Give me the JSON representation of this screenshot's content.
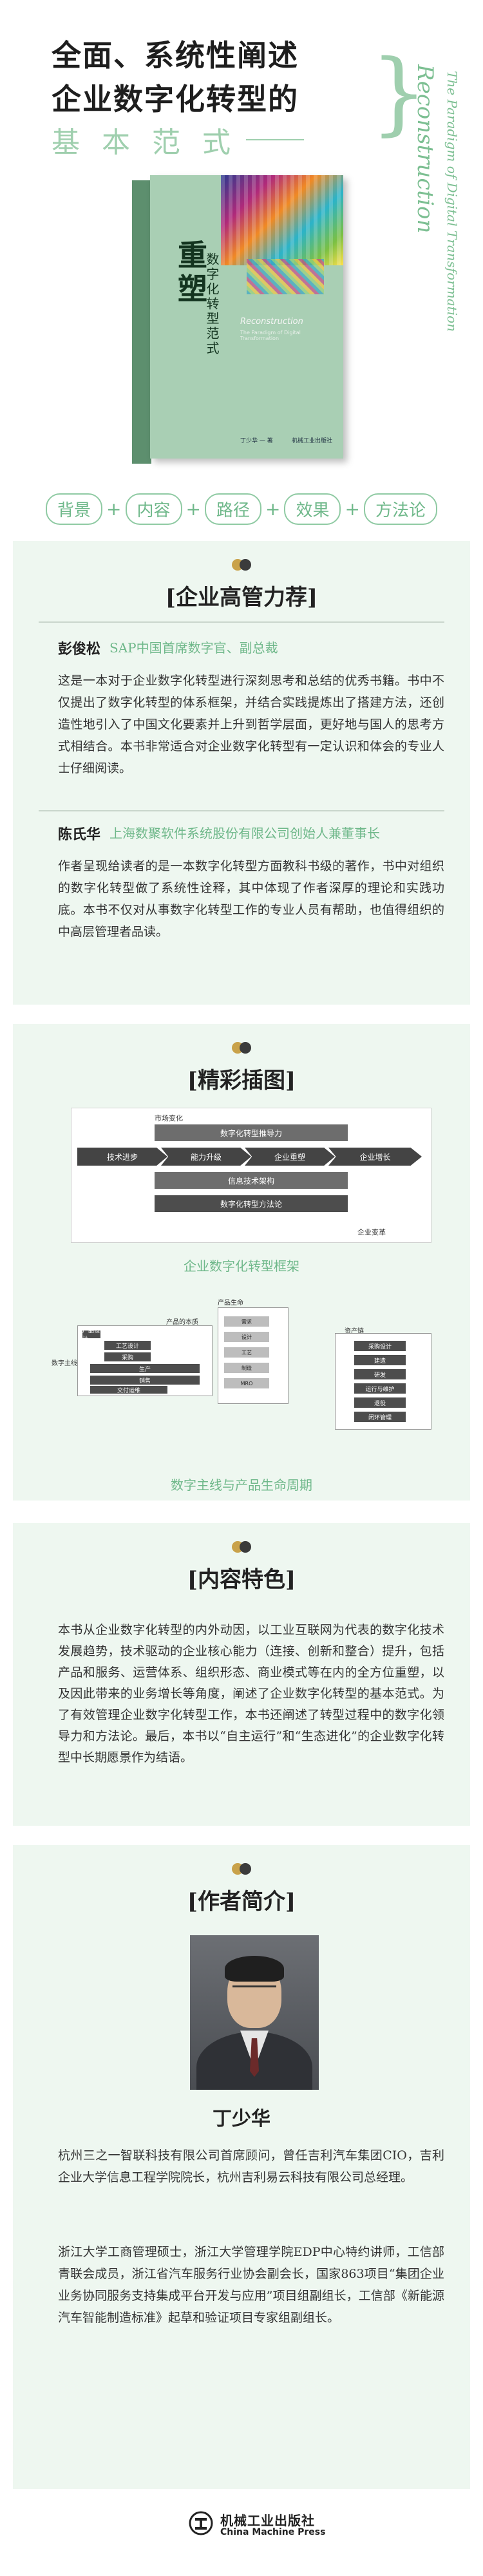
{
  "header": {
    "title_line1": "全面、系统性阐述",
    "title_line2": "企业数字化转型的",
    "subtitle": "基本范式",
    "english_title": "Reconstruction",
    "english_subtitle": "The Paradigm of Digital Transformation"
  },
  "book": {
    "title": "重塑",
    "subtitle": "数字化转型范式",
    "english_title": "Reconstruction",
    "english_sub": "The Paradigm of Digital Transformation",
    "author": "丁少华 一 著",
    "publisher": "机械工业出版社"
  },
  "tags": [
    "背景",
    "内容",
    "路径",
    "效果",
    "方法论"
  ],
  "recommend": {
    "title": "[企业高管力荐]",
    "endorsers": [
      {
        "name": "彭俊松",
        "role": "SAP中国首席数字官、副总裁",
        "text": "这是一本对于企业数字化转型进行深刻思考和总结的优秀书籍。书中不仅提出了数字化转型的体系框架，并结合实践提炼出了搭建方法，还创造性地引入了中国文化要素并上升到哲学层面，更好地与国人的思考方式相结合。本书非常适合对企业数字化转型有一定认识和体会的专业人士仔细阅读。"
      },
      {
        "name": "陈氏华",
        "role": "上海数聚软件系统股份有限公司创始人兼董事长",
        "text": "作者呈现给读者的是一本数字化转型方面教科书级的著作，书中对组织的数字化转型做了系统性诠释，其中体现了作者深厚的理论和实践功底。本书不仅对从事数字化转型工作的专业人员有帮助，也值得组织的中高层管理者品读。"
      }
    ]
  },
  "illustrations": {
    "title": "[精彩插图]",
    "diagram1": {
      "market_label": "市场变化",
      "top_bar": "数字化转型推导力",
      "steps": [
        "技术进步",
        "能力升级",
        "企业重塑",
        "企业增长"
      ],
      "info_bar": "信息技术架构",
      "bottom_bar": "数字化转型方法论",
      "change_label": "企业变革",
      "caption": "企业数字化转型框架"
    },
    "diagram2": {
      "product_label": "产品的本质",
      "digital_label": "数字主线",
      "lifecycle_label": "产品生命",
      "asset_label": "资产链",
      "left_items": [
        "产品设计",
        "工艺设计",
        "采购",
        "生产",
        "销售",
        "交付运维"
      ],
      "middle_items": [
        "需求",
        "设计",
        "工艺",
        "制造",
        "MRO"
      ],
      "right_items": [
        "采购设计",
        "建造",
        "研发",
        "运行与维护",
        "退役",
        "闭环管理"
      ],
      "caption": "数字主线与产品生命周期"
    }
  },
  "content": {
    "title": "[内容特色]",
    "text": "本书从企业数字化转型的内外动因，以工业互联网为代表的数字化技术发展趋势，技术驱动的企业核心能力（连接、创新和整合）提升，包括产品和服务、运营体系、组织形态、商业模式等在内的全方位重塑，以及因此带来的业务增长等角度，阐述了企业数字化转型的基本范式。为了有效管理企业数字化转型工作，本书还阐述了转型过程中的数字化领导力和方法论。最后，本书以“自主运行”和“生态进化”的企业数字化转型中长期愿景作为结语。"
  },
  "author": {
    "title": "[作者简介]",
    "name": "丁少华",
    "bio1": "杭州三之一智联科技有限公司首席顾问，曾任吉利汽车集团CIO，吉利企业大学信息工程学院院长，杭州吉利易云科技有限公司总经理。",
    "bio2": "浙江大学工商管理硕士，浙江大学管理学院EDP中心特约讲师，工信部青联会成员，浙江省汽车服务行业协会副会长，国家863项目“集团企业业务协同服务支持集成平台开发与应用”项目组副组长，工信部《新能源汽车智能制造标准》起草和验证项目专家组副组长。"
  },
  "footer": {
    "publisher_cn": "机械工业出版社",
    "publisher_en": "China Machine Press"
  },
  "colors": {
    "accent": "#6fb88a",
    "panel_bg": "#eef7f0",
    "book_cover": "#a9cfb4"
  }
}
